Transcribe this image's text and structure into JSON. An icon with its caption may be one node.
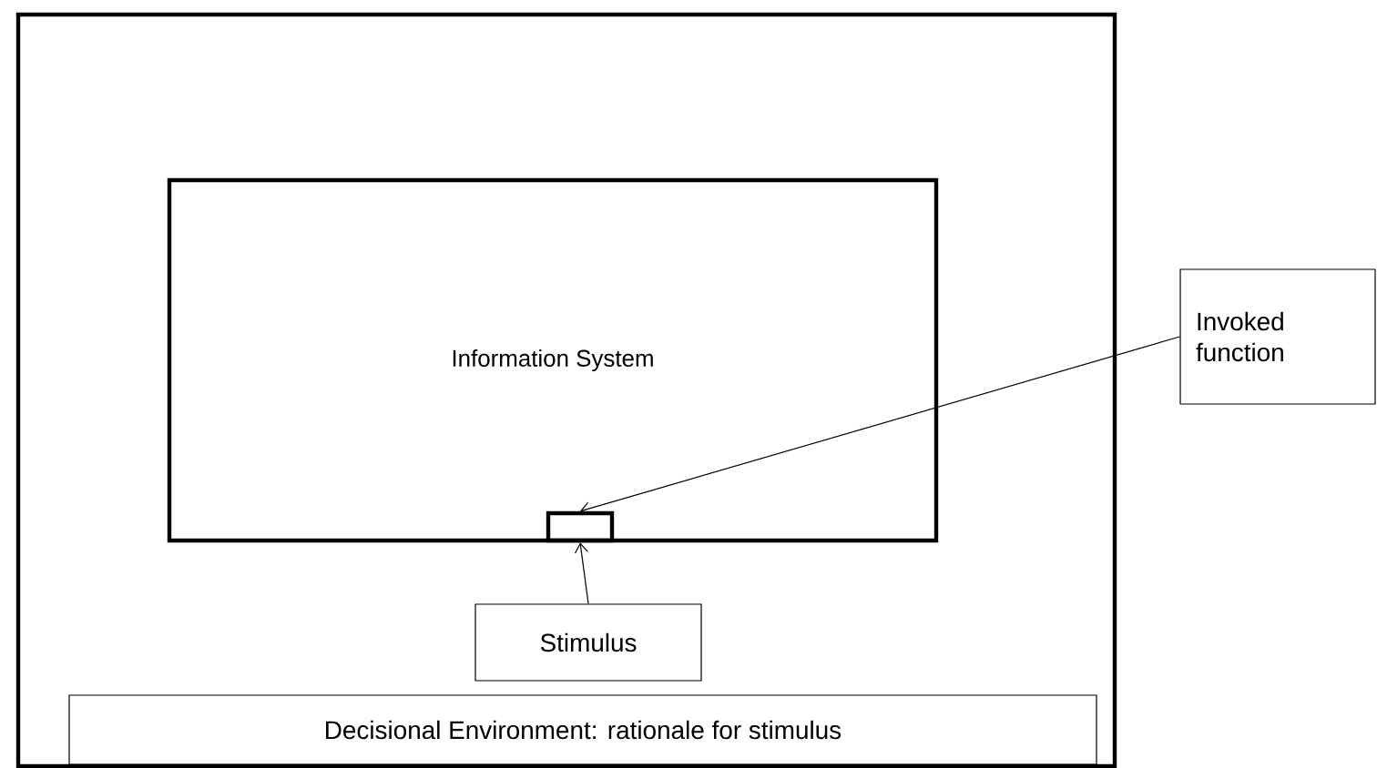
{
  "diagram": {
    "nodes": [
      {
        "text": [],
        "shape": "box"
      },
      {
        "text": [
          "Information System"
        ],
        "in": 0
      },
      {
        "text": [],
        "shape": "box",
        "in": 1
      },
      {
        "text": [
          "Stimulus"
        ],
        "in": 0
      },
      {
        "text": [
          "Invoked function"
        ]
      },
      {
        "text": [
          "Decisional Environment: rationale for stimulus"
        ],
        "in": 0
      }
    ],
    "edges": [
      {
        "from": 3,
        "to": 2,
        "arrow": "to"
      },
      {
        "from": 4,
        "to": 2,
        "arrow": "to"
      }
    ]
  }
}
